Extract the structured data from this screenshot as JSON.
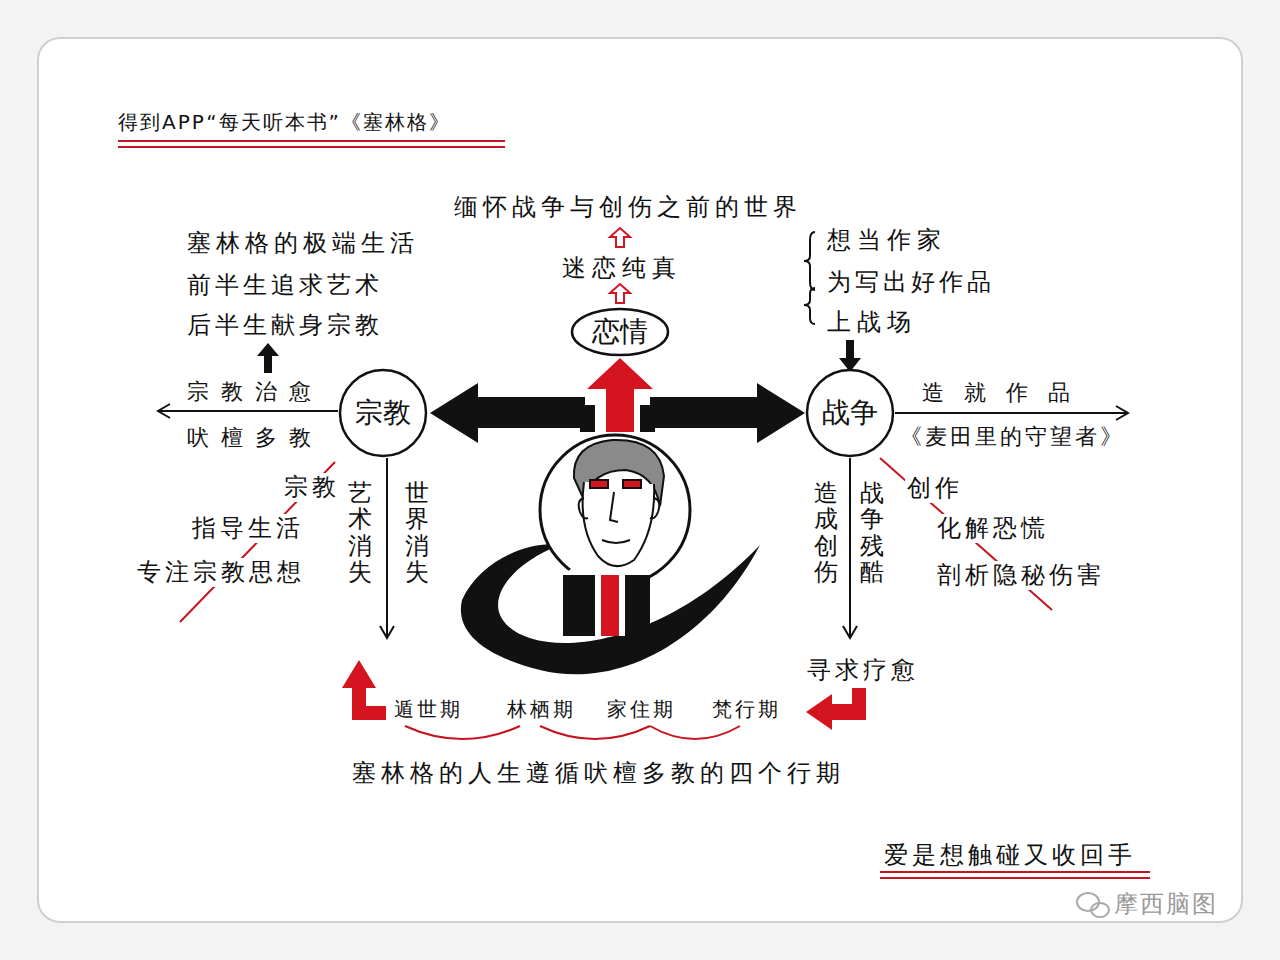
{
  "diagram": {
    "title": "得到APP“每天听本书”《塞林格》",
    "nodes": [
      {
        "text": [
          "恋情"
        ]
      },
      {
        "text": [
          "宗教"
        ]
      },
      {
        "text": [
          "战争"
        ]
      }
    ],
    "labels": [
      "缅怀战争与创伤之前的世界",
      "迷恋纯真",
      "想当作家",
      "为写出好作品",
      "上战场",
      "塞林格的极端生活",
      "前半生追求艺术",
      "后半生献身宗教",
      "宗教治愈",
      "吠檀多教",
      "造就作品",
      "《麦田里的守望者》",
      "宗教",
      "指导生活",
      "专注宗教思想",
      "艺术消失",
      "世界消失",
      "造成创伤",
      "战争残酷",
      "创作",
      "化解恐慌",
      "剖析隐秘伤害",
      "寻求疗愈",
      "遁世期",
      "林栖期",
      "家住期",
      "梵行期",
      "塞林格的人生遵循吠檀多教的四个行期",
      "爱是想触碰又收回手",
      "摩西脑图"
    ]
  }
}
